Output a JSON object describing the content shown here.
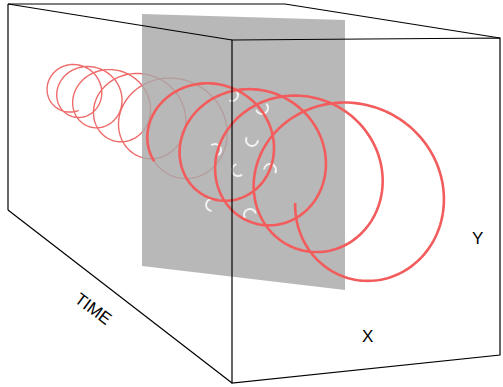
{
  "diagram": {
    "labels": [
      "TIME",
      "Y",
      "X"
    ]
  }
}
